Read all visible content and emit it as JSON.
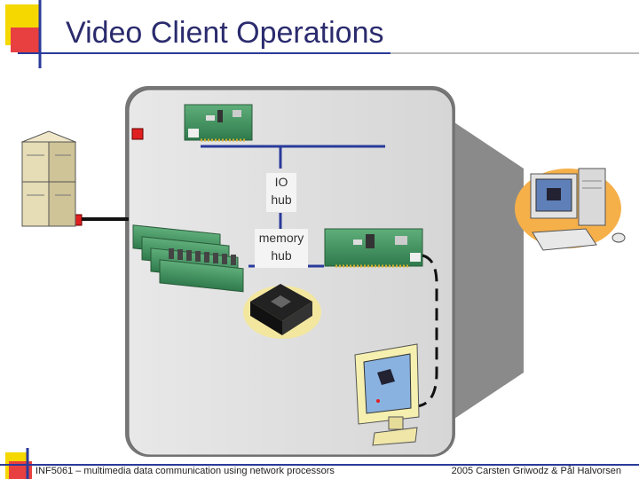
{
  "slide": {
    "title": "Video Client Operations"
  },
  "diagram": {
    "io_hub": {
      "line1": "IO",
      "line2": "hub"
    },
    "memory_hub": {
      "line1": "memory",
      "line2": "hub"
    }
  },
  "footer": {
    "left": "INF5061 – multimedia data communication using network processors",
    "right": "2005 Carsten Griwodz & Pål Halvorsen"
  },
  "colors": {
    "title_text": "#2b2b6e",
    "accent_red": "#e02020",
    "accent_yellow": "#f5d800",
    "accent_blue": "#2a3a9a",
    "bus_blue": "#2a3a9a",
    "board_green": "#3a8a5a"
  }
}
